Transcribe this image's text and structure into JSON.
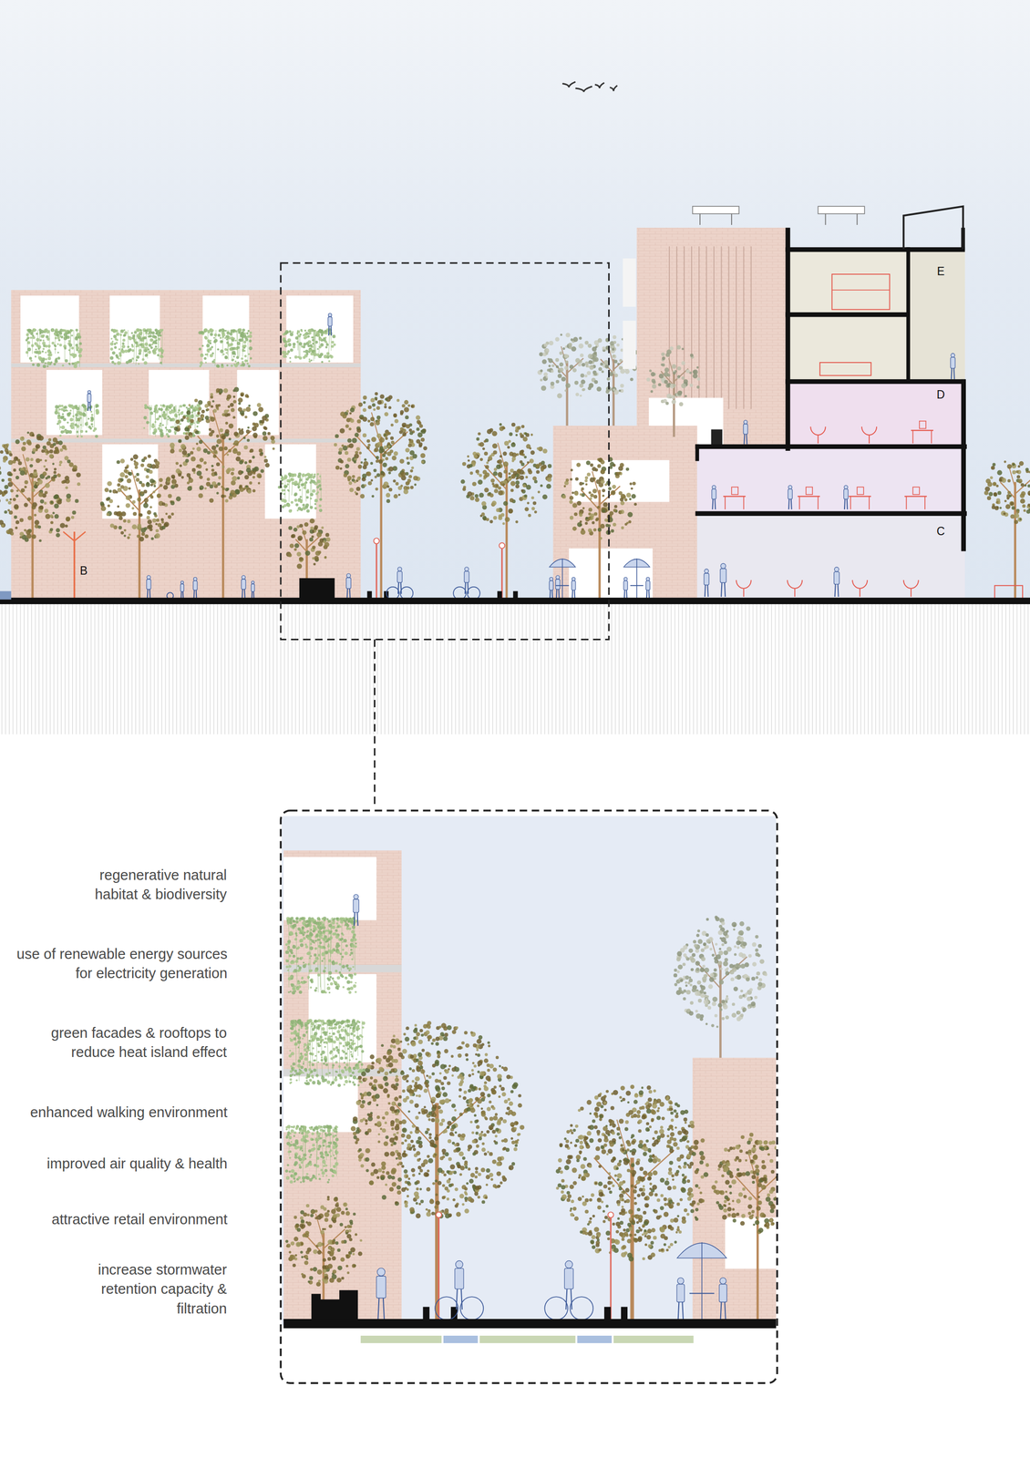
{
  "diagram": {
    "labels": [
      "E",
      "D",
      "C",
      "B",
      "regenerative natural habitat & biodiversity",
      "use of renewable energy sources for electricity generation",
      "green facades & rooftops to reduce heat island effect",
      "enhanced walking environment",
      "improved air quality & health",
      "attractive retail environment",
      "increase stormwater retention capacity & filtration"
    ]
  }
}
